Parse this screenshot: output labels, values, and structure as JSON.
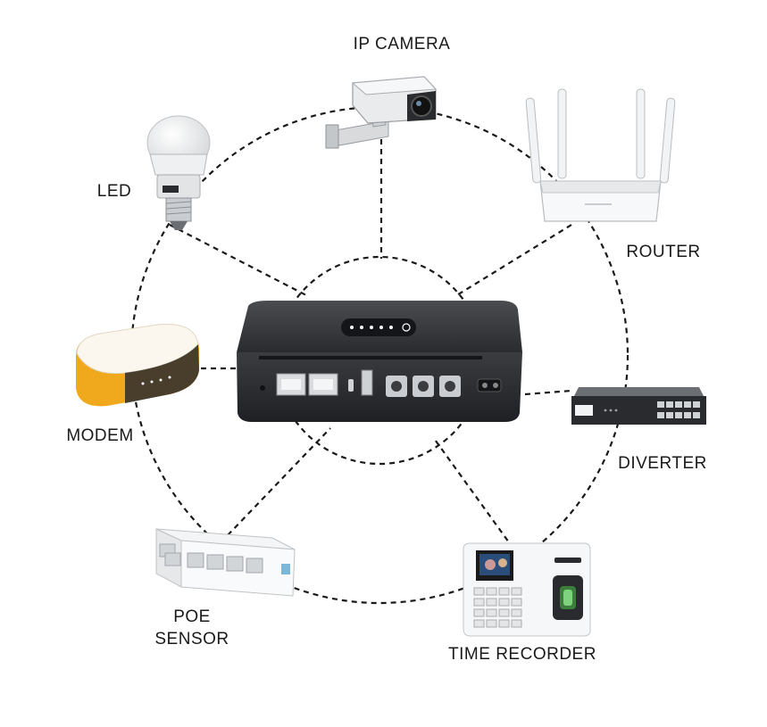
{
  "labels": {
    "ip_camera": "IP CAMERA",
    "led": "LED",
    "router": "ROUTER",
    "modem": "MODEM",
    "diverter": "DIVERTER",
    "poe_line1": "POE",
    "poe_line2": "SENSOR",
    "time_recorder": "TIME RECORDER"
  },
  "colors": {
    "hub_body": "#2a2b2e",
    "connector_line": "#1a1a1a",
    "modem_accent": "#f0a81c",
    "led_indicator": "#ffffff"
  },
  "icons": {
    "hub": "ups-hub-icon",
    "camera": "ip-camera-icon",
    "bulb": "led-bulb-icon",
    "router": "router-icon",
    "modem": "modem-icon",
    "diverter": "network-switch-icon",
    "poe": "poe-switch-icon",
    "recorder": "time-recorder-icon"
  }
}
